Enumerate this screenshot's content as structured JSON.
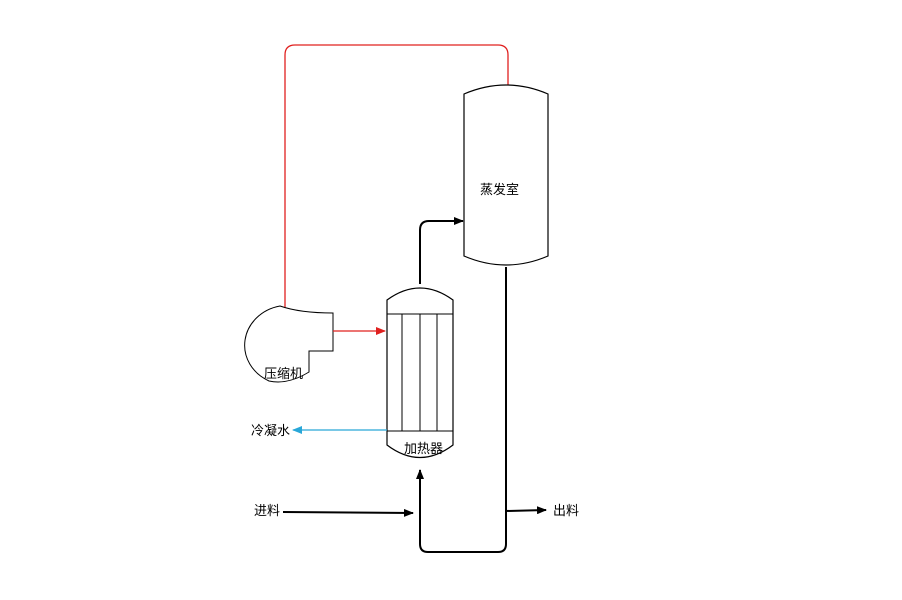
{
  "labels": {
    "evaporator": "蒸发室",
    "heater": "加热器",
    "compressor": "压缩机",
    "condensate": "冷凝水",
    "feed": "进料",
    "discharge": "出料"
  },
  "colors": {
    "vapor_line": "#e0201f",
    "condensate_line": "#29a7d8",
    "process_line": "#000000",
    "equipment_outline": "#000000"
  }
}
